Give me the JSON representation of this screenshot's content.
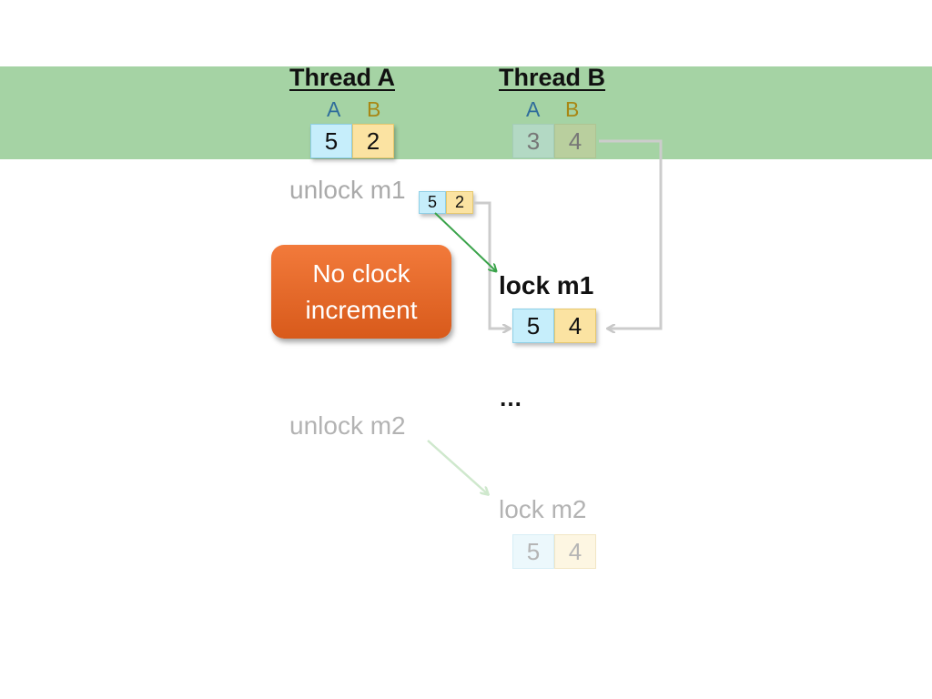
{
  "thread_a": {
    "title": "Thread A",
    "col_a": "A",
    "col_b": "B",
    "clock": {
      "a": "5",
      "b": "2"
    }
  },
  "thread_b": {
    "title": "Thread B",
    "col_a": "A",
    "col_b": "B",
    "clock": {
      "a": "3",
      "b": "4"
    }
  },
  "events": {
    "unlock_m1": "unlock m1",
    "sent_clock": {
      "a": "5",
      "b": "2"
    },
    "lock_m1": "lock m1",
    "lock_m1_clock": {
      "a": "5",
      "b": "4"
    },
    "ellipsis": "…",
    "unlock_m2": "unlock m2",
    "lock_m2": "lock m2",
    "lock_m2_clock": {
      "a": "5",
      "b": "4"
    }
  },
  "note": {
    "line1": "No clock",
    "line2": "increment"
  },
  "colors": {
    "band": "#a5d3a4",
    "note": "#e8692a",
    "cell_a": "#c6eefb",
    "cell_b": "#fbe3a2",
    "arrow_green": "#4caf50",
    "arrow_gray": "#c8c8c8"
  }
}
